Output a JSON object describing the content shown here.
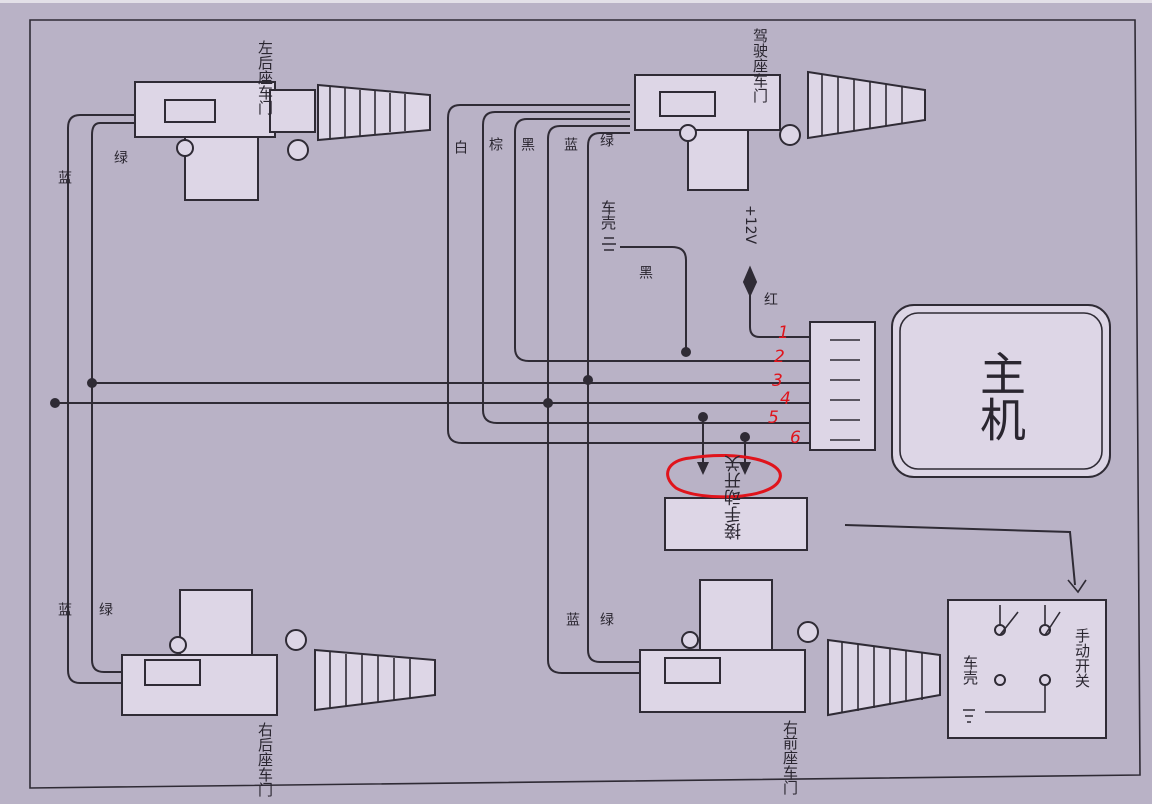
{
  "doors": {
    "left_rear": "左后座车门",
    "driver": "驾驶座车门",
    "right_rear": "右后座车门",
    "right_front": "右前座车门"
  },
  "wire_colors": {
    "blue": "蓝",
    "green": "绿",
    "white": "白",
    "brown": "棕",
    "black": "黑",
    "red": "红"
  },
  "ground_label": "车壳",
  "power_label": "+12V",
  "host_label": "主机",
  "connect_manual_switch": "接手动开关",
  "manual_switch_label": "手动开关",
  "pin_numbers": [
    "1",
    "2",
    "3",
    "4",
    "5",
    "6"
  ],
  "colors": {
    "paper": "#b9b2c6",
    "line": "#2f2b35",
    "annotation": "#e0141c"
  }
}
